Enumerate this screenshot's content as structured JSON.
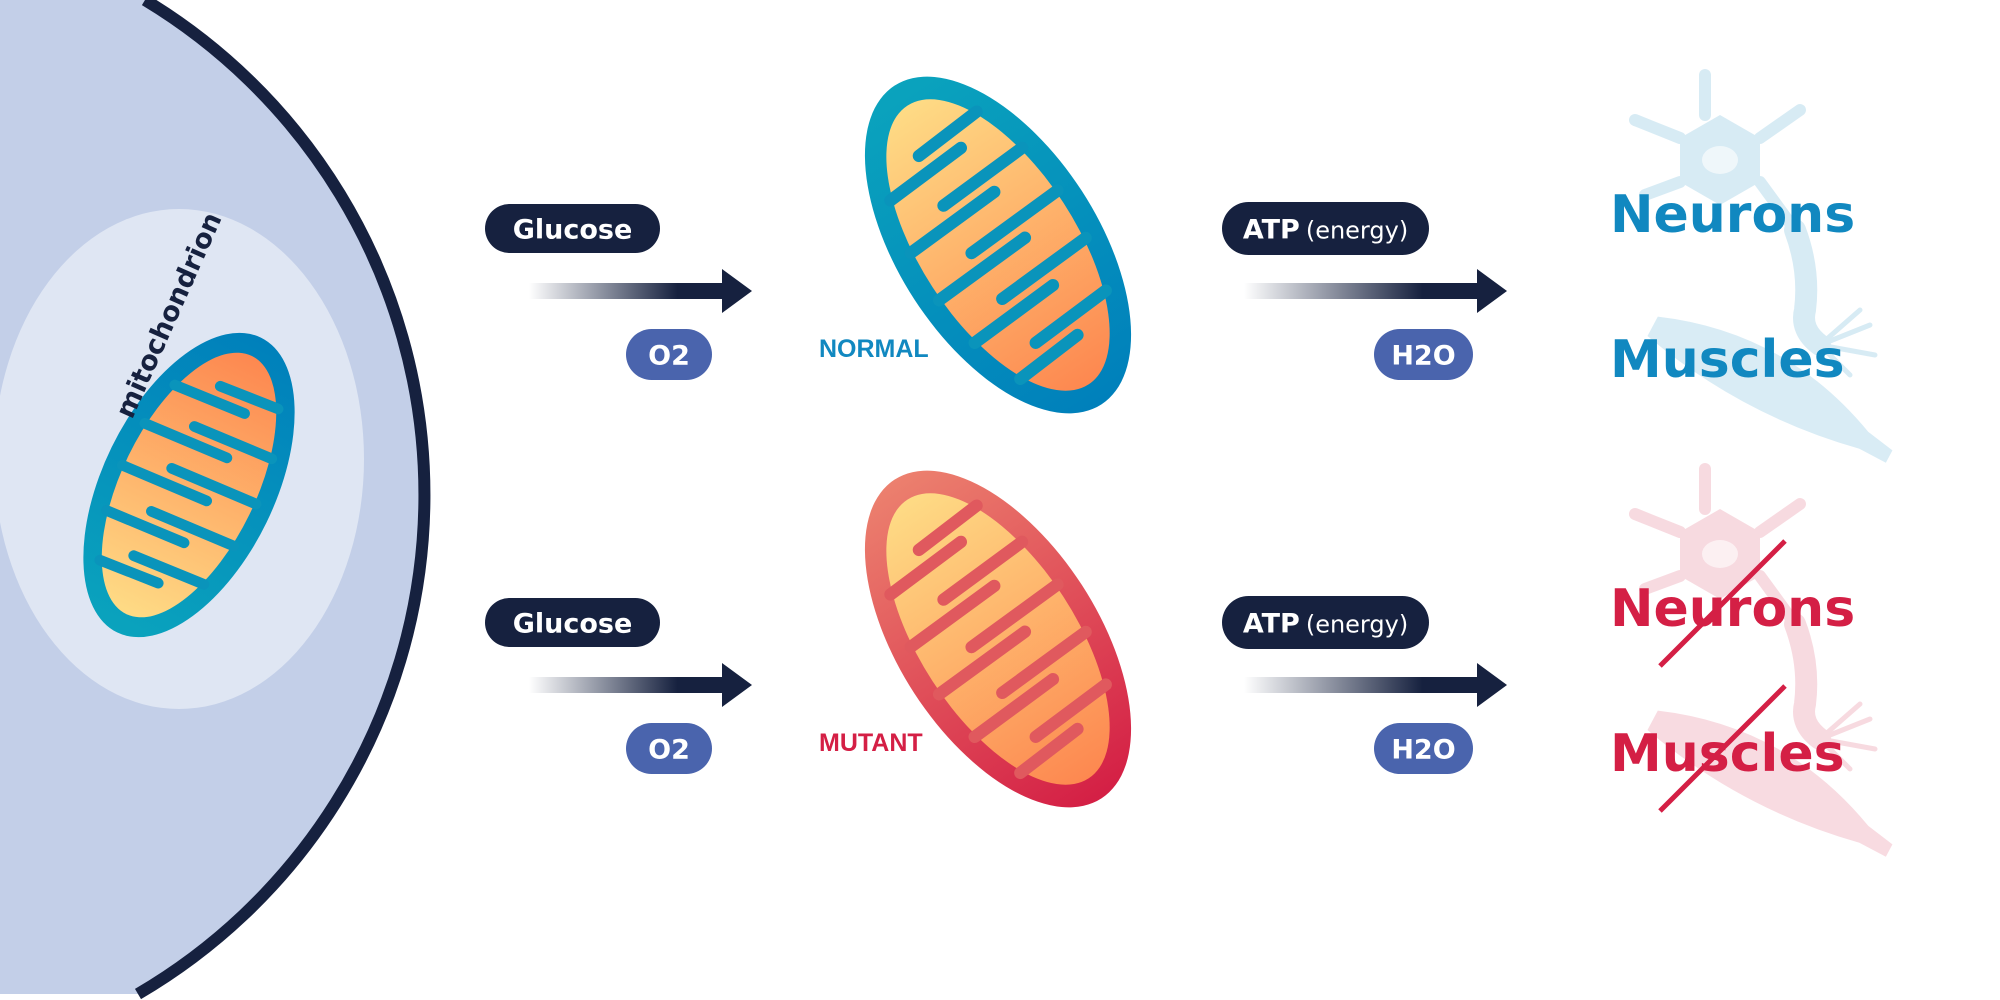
{
  "cell": {
    "label": "mitochondrion"
  },
  "rows": [
    {
      "input": "Glucose",
      "cofactor": "O2",
      "state": "NORMAL",
      "output_main": "ATP",
      "output_sub": "(energy)",
      "byproduct": "H2O",
      "targets": [
        "Neurons",
        "Muscles"
      ],
      "targets_crossed": false
    },
    {
      "input": "Glucose",
      "cofactor": "O2",
      "state": "MUTANT",
      "output_main": "ATP",
      "output_sub": "(energy)",
      "byproduct": "H2O",
      "targets": [
        "Neurons",
        "Muscles"
      ],
      "targets_crossed": true
    }
  ],
  "colors": {
    "navy": "#16213f",
    "pill_blue": "#4a64ad",
    "normal": "#1188c0",
    "mutant": "#d41f45",
    "teal": "#0097b8"
  }
}
